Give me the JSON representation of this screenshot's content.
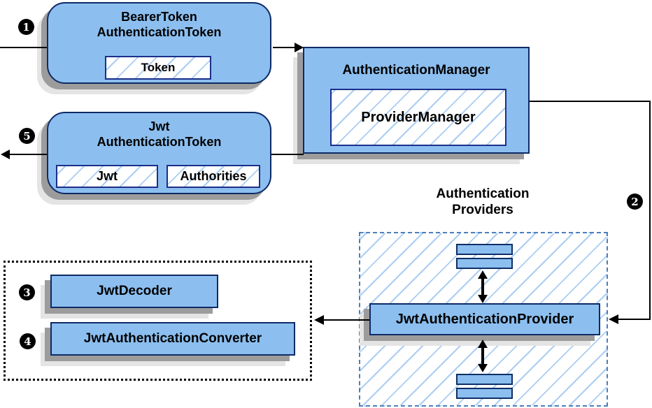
{
  "steps": {
    "s1": "1",
    "s2": "2",
    "s3": "3",
    "s4": "4",
    "s5": "5"
  },
  "boxes": {
    "bearer_title_1": "BearerToken",
    "bearer_title_2": "AuthenticationToken",
    "bearer_field": "Token",
    "auth_manager_title": "AuthenticationManager",
    "provider_manager": "ProviderManager",
    "jwt_title_1": "Jwt",
    "jwt_title_2": "AuthenticationToken",
    "jwt_field_1": "Jwt",
    "jwt_field_2": "Authorities",
    "providers_label_1": "Authentication",
    "providers_label_2": "Providers",
    "jwt_auth_provider": "JwtAuthenticationProvider",
    "jwt_decoder": "JwtDecoder",
    "jwt_auth_converter": "JwtAuthenticationConverter"
  },
  "colors": {
    "box_fill": "#8cbff0",
    "box_border": "#0e2a66",
    "hatch_line": "#abcdf2",
    "dashed_border": "#4b7ebc",
    "shadow": "#9c9c9c",
    "arrow": "#000000"
  }
}
